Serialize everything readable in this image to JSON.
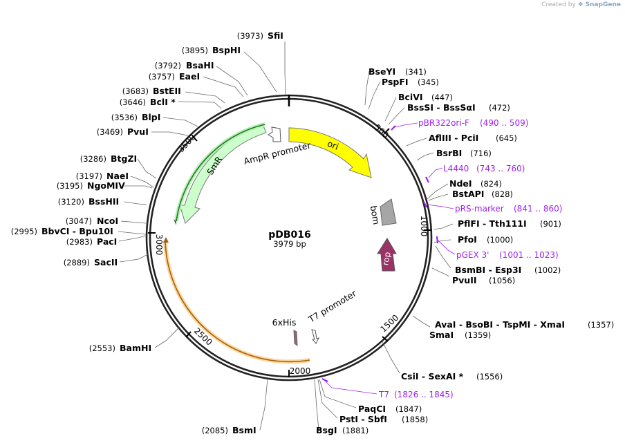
{
  "credit": {
    "prefix": "Created by",
    "brand": "SnapGene"
  },
  "plasmid": {
    "name": "pDB016",
    "length_label": "3979 bp"
  },
  "ticks": [
    {
      "label": "500"
    },
    {
      "label": "1000"
    },
    {
      "label": "1500"
    },
    {
      "label": "2000"
    },
    {
      "label": "2500"
    },
    {
      "label": "3000"
    },
    {
      "label": "3500"
    }
  ],
  "features": [
    {
      "name": "ori",
      "color": "#ffff00"
    },
    {
      "name": "AmpR promoter",
      "color": "#ffffff"
    },
    {
      "name": "SmR",
      "color": "#ccffcc"
    },
    {
      "name": "bom",
      "color": "#a6a6a6"
    },
    {
      "name": "rop",
      "color": "#993366"
    },
    {
      "name": "6xHis",
      "color": "#996677"
    },
    {
      "name": "T7 promoter",
      "color": "#ffffff"
    }
  ],
  "sites": {
    "sfii": {
      "name": "SfiI",
      "pos": "(3973)"
    },
    "bsphi": {
      "name": "BspHI",
      "pos": "(3895)"
    },
    "bsahi": {
      "name": "BsaHI",
      "pos": "(3792)"
    },
    "eaei": {
      "name": "EaeI",
      "pos": "(3757)"
    },
    "bsteii": {
      "name": "BstEII",
      "pos": "(3683)"
    },
    "bcli": {
      "name": "BclI *",
      "pos": "(3646)"
    },
    "blpi": {
      "name": "BlpI",
      "pos": "(3536)"
    },
    "pvui": {
      "name": "PvuI",
      "pos": "(3469)"
    },
    "btgzi": {
      "name": "BtgZI",
      "pos": "(3286)"
    },
    "naei": {
      "name": "NaeI",
      "pos": "(3197)"
    },
    "ngomiv": {
      "name": "NgoMIV",
      "pos": "(3195)"
    },
    "bsshii": {
      "name": "BssHII",
      "pos": "(3120)"
    },
    "ncoi": {
      "name": "NcoI",
      "pos": "(3047)"
    },
    "bbvci": {
      "name": "BbvCI  - Bpu10I",
      "pos": "(2995)"
    },
    "paci": {
      "name": "PacI",
      "pos": "(2983)"
    },
    "sacii": {
      "name": "SacII",
      "pos": "(2889)"
    },
    "bamhi": {
      "name": "BamHI",
      "pos": "(2553)"
    },
    "bsmi": {
      "name": "BsmI",
      "pos": "(2085)"
    },
    "bsgi": {
      "name": "BsgI",
      "pos": "(1881)"
    },
    "psti": {
      "name": "PstI  - SbfI",
      "pos": "(1858)"
    },
    "paqci": {
      "name": "PaqCI",
      "pos": "(1847)"
    },
    "csii": {
      "name": "CsiI  - SexAI *",
      "pos": "(1556)"
    },
    "smai": {
      "name": "SmaI",
      "pos": "(1359)"
    },
    "avai": {
      "name": "AvaI  - BsoBI  - TspMI  - XmaI",
      "pos": "(1357)"
    },
    "pvuii": {
      "name": "PvuII",
      "pos": "(1056)"
    },
    "bsmbi": {
      "name": "BsmBI  - Esp3I",
      "pos": "(1002)"
    },
    "pfoi": {
      "name": "PfoI",
      "pos": "(1000)"
    },
    "pflfi": {
      "name": "PflFI  - Tth111I",
      "pos": "(901)"
    },
    "bstapi": {
      "name": "BstAPI",
      "pos": "(828)"
    },
    "ndei": {
      "name": "NdeI",
      "pos": "(824)"
    },
    "bsrbi": {
      "name": "BsrBI",
      "pos": "(716)"
    },
    "afliii": {
      "name": "AflIII  - PciI",
      "pos": "(645)"
    },
    "bsssi": {
      "name": "BssSI  - BssSαI",
      "pos": "(472)"
    },
    "bcivi": {
      "name": "BciVI",
      "pos": "(447)"
    },
    "pspfi": {
      "name": "PspFI",
      "pos": "(345)"
    },
    "bseyi": {
      "name": "BseYI",
      "pos": "(341)"
    }
  },
  "primers": {
    "pbr322": {
      "name": "pBR322ori-F",
      "range": "(490 .. 509)",
      "color": "#a020f0"
    },
    "l4440": {
      "name": "L4440",
      "range": "(743 .. 760)",
      "color": "#a020f0"
    },
    "prs": {
      "name": "pRS-marker",
      "range": "(841 .. 860)",
      "color": "#a020f0"
    },
    "pgex": {
      "name": "pGEX 3'",
      "range": "(1001 .. 1023)",
      "color": "#a020f0"
    },
    "t7": {
      "name": "T7",
      "range": "(1826 .. 1845)",
      "color": "#a020f0"
    }
  }
}
